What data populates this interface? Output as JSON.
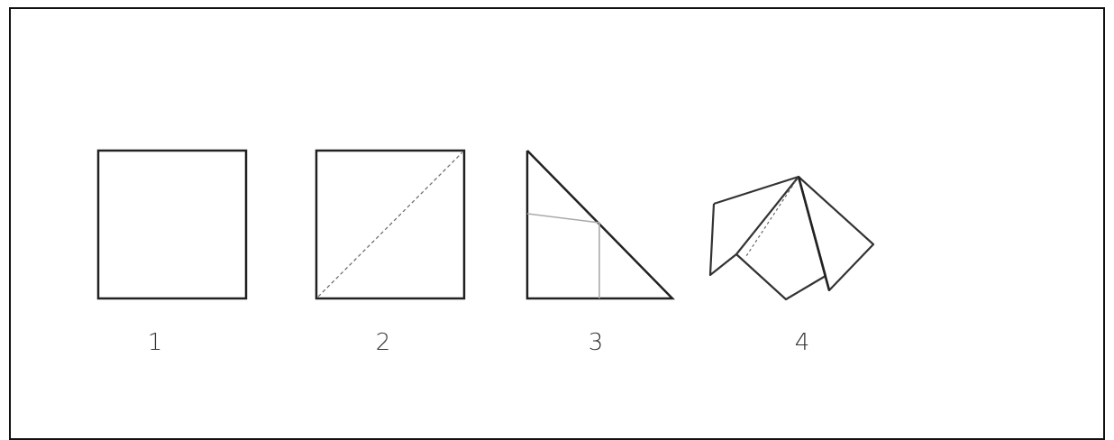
{
  "diagram": {
    "steps": [
      {
        "label": "1"
      },
      {
        "label": "2"
      },
      {
        "label": "3"
      },
      {
        "label": "4"
      }
    ]
  }
}
